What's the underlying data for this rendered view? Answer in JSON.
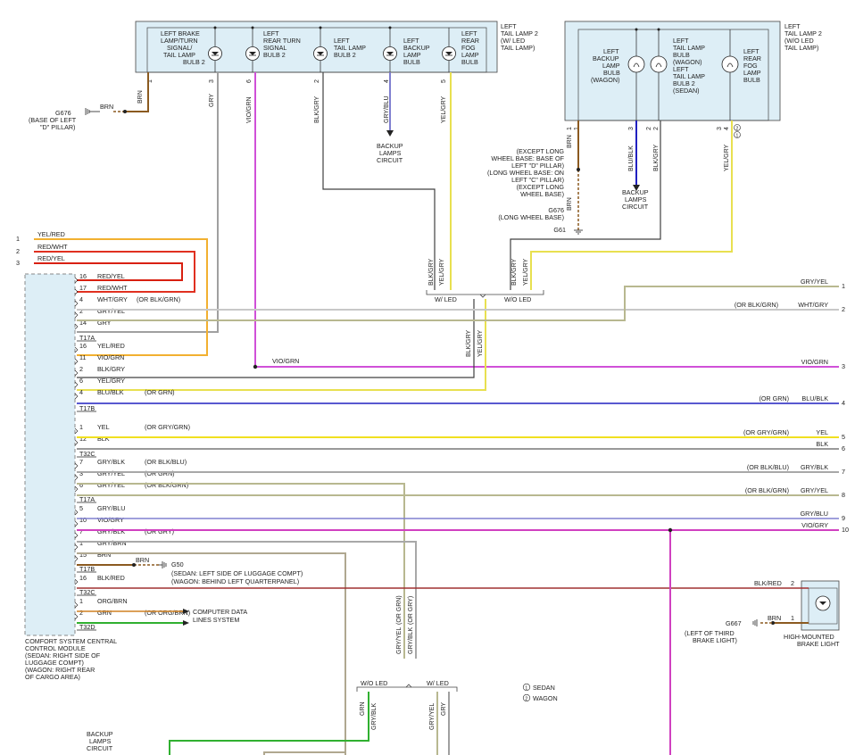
{
  "colors": {
    "yel_red": "#f2b030",
    "red_wht": "#e03020",
    "red_yel": "#d82010",
    "wht_grn": "#c8c8c8",
    "gry_yel": "#b8b890",
    "gry": "#a0a0a0",
    "vio_grn": "#d050d8",
    "blk_gry": "#404040",
    "yel_gry": "#e8e050",
    "blu_blk": "#2020c0",
    "yel": "#f0e020",
    "blk": "#333333",
    "gry_blk": "#a8a8a8",
    "gry_blu": "#8080d0",
    "vio_gry": "#d040c0",
    "gry_brn": "#b0a890",
    "brn": "#8b5a20",
    "blk_red": "#a03030",
    "org_brn": "#d08020",
    "grn": "#30b030",
    "panel": "#ddeef6"
  },
  "lamp2_led": {
    "title": [
      "LEFT",
      "TAIL LAMP 2",
      "(W/ LED",
      "TAIL LAMP)"
    ],
    "bulbs": [
      {
        "label": [
          "LEFT BRAKE",
          "LAMP/TURN",
          "SIGNAL/",
          "TAIL LAMP",
          "BULB 2"
        ]
      },
      {
        "label": [
          "LEFT",
          "REAR TURN",
          "SIGNAL",
          "BULB 2"
        ]
      },
      {
        "label": [
          "LEFT",
          "TAIL LAMP",
          "BULB 2"
        ]
      },
      {
        "label": [
          "LEFT",
          "BACKUP",
          "LAMP",
          "BULB"
        ]
      },
      {
        "label": [
          "LEFT",
          "REAR",
          "FOG",
          "LAMP",
          "BULB"
        ]
      }
    ],
    "pins": [
      "1",
      "3",
      "6",
      "2",
      "4",
      "5"
    ],
    "wires": [
      "BRN",
      "GRY",
      "VIO/GRN",
      "BLK/GRY",
      "GRY/BLU",
      "YEL/GRY"
    ]
  },
  "lamp2_noled": {
    "title": [
      "LEFT",
      "TAIL LAMP 2",
      "(W/O LED",
      "TAIL LAMP)"
    ],
    "bulbs": [
      {
        "label": [
          "LEFT",
          "BACKUP",
          "LAMP",
          "BULB",
          "(WAGON)"
        ]
      },
      {
        "label": [
          "LEFT",
          "TAIL LAMP",
          "BULB",
          "(WAGON)",
          "LEFT",
          "TAIL LAMP",
          "BULB 2",
          "(SEDAN)"
        ]
      },
      {
        "label": [
          "LEFT",
          "REAR",
          "FOG",
          "LAMP",
          "BULB"
        ]
      }
    ],
    "pins": [
      "1",
      "1",
      "3",
      "2",
      "2",
      "3",
      "4"
    ],
    "wires": [
      "BRN",
      "BLU/BLK",
      "BLK/GRY",
      "YEL/GRY"
    ]
  },
  "g676_top": {
    "name": "G676",
    "wire": "BRN",
    "loc": [
      "(BASE OF LEFT",
      "\"D\" PILLAR)"
    ]
  },
  "g676_right": [
    "(EXCEPT LONG",
    "WHEEL BASE: BASE OF",
    "LEFT \"D\" PILLAR)",
    "(LONG WHEEL BASE: ON",
    "LEFT \"C\" PILLAR)",
    "(EXCEPT LONG",
    "WHEEL BASE)",
    "G676",
    "(LONG WHEEL BASE)",
    "G61"
  ],
  "backup1": [
    "BACKUP",
    "LAMPS",
    "CIRCUIT"
  ],
  "backup2": [
    "BACKUP",
    "LAMPS",
    "CIRCUIT"
  ],
  "backup3": [
    "BACKUP",
    "LAMPS",
    "CIRCUIT"
  ],
  "led_labels": {
    "w_led": "W/ LED",
    "wo_led": "W/O LED",
    "wo_led2": "W/O LED",
    "w_led2": "W/ LED"
  },
  "top_left": [
    {
      "n": "1",
      "w": "YEL/RED"
    },
    {
      "n": "2",
      "w": "RED/WHT"
    },
    {
      "n": "3",
      "w": "RED/YEL"
    }
  ],
  "module": {
    "rows": [
      {
        "pin": "16",
        "wire": "RED/YEL"
      },
      {
        "pin": "17",
        "wire": "RED/WHT"
      },
      {
        "pin": "4",
        "wire": "WHT/GRY",
        "alt": "(OR BLK/GRN)"
      },
      {
        "pin": "2",
        "wire": "GRY/YEL"
      },
      {
        "pin": "14",
        "wire": "GRY"
      },
      {
        "pin": "16",
        "wire": "YEL/RED"
      },
      {
        "pin": "11",
        "wire": "VIO/GRN"
      },
      {
        "pin": "2",
        "wire": "BLK/GRY"
      },
      {
        "pin": "6",
        "wire": "YEL/GRY"
      },
      {
        "pin": "4",
        "wire": "BLU/BLK",
        "alt": "(OR GRN)"
      },
      {
        "pin": "1",
        "wire": "YEL",
        "alt": "(OR GRY/GRN)"
      },
      {
        "pin": "12",
        "wire": "BLK"
      },
      {
        "pin": "7",
        "wire": "GRY/BLK",
        "alt": "(OR BLK/BLU)"
      },
      {
        "pin": "3",
        "wire": "GRY/YEL",
        "alt": "(OR GRN)"
      },
      {
        "pin": "6",
        "wire": "GRY/YEL",
        "alt": "(OR BLK/GRN)"
      },
      {
        "pin": "5",
        "wire": "GRY/BLU"
      },
      {
        "pin": "10",
        "wire": "VIO/GRY"
      },
      {
        "pin": "7",
        "wire": "GRY/BLK",
        "alt": "(OR GRY)"
      },
      {
        "pin": "1",
        "wire": "GRY/BRN"
      },
      {
        "pin": "15",
        "wire": "BRN"
      },
      {
        "pin": "16",
        "wire": "BLK/RED"
      },
      {
        "pin": "1",
        "wire": "ORG/BRN"
      },
      {
        "pin": "2",
        "wire": "GRN",
        "alt": "(OR ORG/BRN)"
      }
    ],
    "connectors": [
      "T17A",
      "T17B",
      "T32C",
      "T17A",
      "T17B",
      "T32C",
      "T32D"
    ],
    "label": [
      "COMFORT SYSTEM CENTRAL",
      "CONTROL MODULE",
      "(SEDAN: RIGHT SIDE OF",
      "LUGGAGE COMPT)",
      "(WAGON: RIGHT REAR",
      "OF CARGO AREA)"
    ]
  },
  "right_side": [
    {
      "n": "1",
      "w": "GRY/YEL"
    },
    {
      "n": "2",
      "w": "WHT/GRY",
      "alt": "(OR BLK/GRN)"
    },
    {
      "n": "3",
      "w": "VIO/GRN"
    },
    {
      "n": "4",
      "w": "BLU/BLK",
      "alt": "(OR GRN)"
    },
    {
      "n": "5",
      "w": "YEL",
      "alt": "(OR GRY/GRN)"
    },
    {
      "n": "6",
      "w": "BLK"
    },
    {
      "n": "7",
      "w": "GRY/BLK",
      "alt": "(OR BLK/BLU)"
    },
    {
      "n": "8",
      "w": "GRY/YEL",
      "alt": "(OR BLK/GRN)"
    },
    {
      "n": "9",
      "w": "GRY/BLU"
    },
    {
      "n": "10",
      "w": "VIO/GRY"
    }
  ],
  "mid_vio": "VIO/GRN",
  "mid_wires": {
    "blk_gry": "BLK/GRY",
    "yel_gry": "YEL/GRY",
    "blk_gry_a": "BLK/GRY",
    "yel_gry_a": "YEL/GRY",
    "blk_gry_b": "BLK/GRY",
    "yel_gry_b": "YEL/GRY"
  },
  "g50": {
    "wire": "BRN",
    "name": "G50",
    "loc": [
      "(SEDAN: LEFT SIDE OF LUGGAGE COMPT)",
      "(WAGON: BEHIND LEFT QUARTERPANEL)"
    ]
  },
  "cdl": [
    "COMPUTER DATA",
    "LINES SYSTEM"
  ],
  "hmbl": {
    "pin2": "2",
    "pin1": "1",
    "wire_red": "BLK/RED",
    "wire_brn": "BRN",
    "ground": "G667",
    "gloc": [
      "(LEFT OF THIRD",
      "BRAKE LIGHT)"
    ],
    "label": [
      "HIGH-MOUNTED",
      "BRAKE LIGHT"
    ]
  },
  "bottom_wires": {
    "gry_yel": "GRY/YEL",
    "or_grn": "(OR GRN)",
    "gry_blk": "GRY/BLK",
    "or_gry": "(OR GRY)",
    "grn": "GRN",
    "gry_blk2": "GRY/BLK",
    "yel_gry": "GRY/YEL",
    "gry": "GRY"
  },
  "legend": [
    {
      "n": "1",
      "t": "SEDAN"
    },
    {
      "n": "2",
      "t": "WAGON"
    }
  ]
}
